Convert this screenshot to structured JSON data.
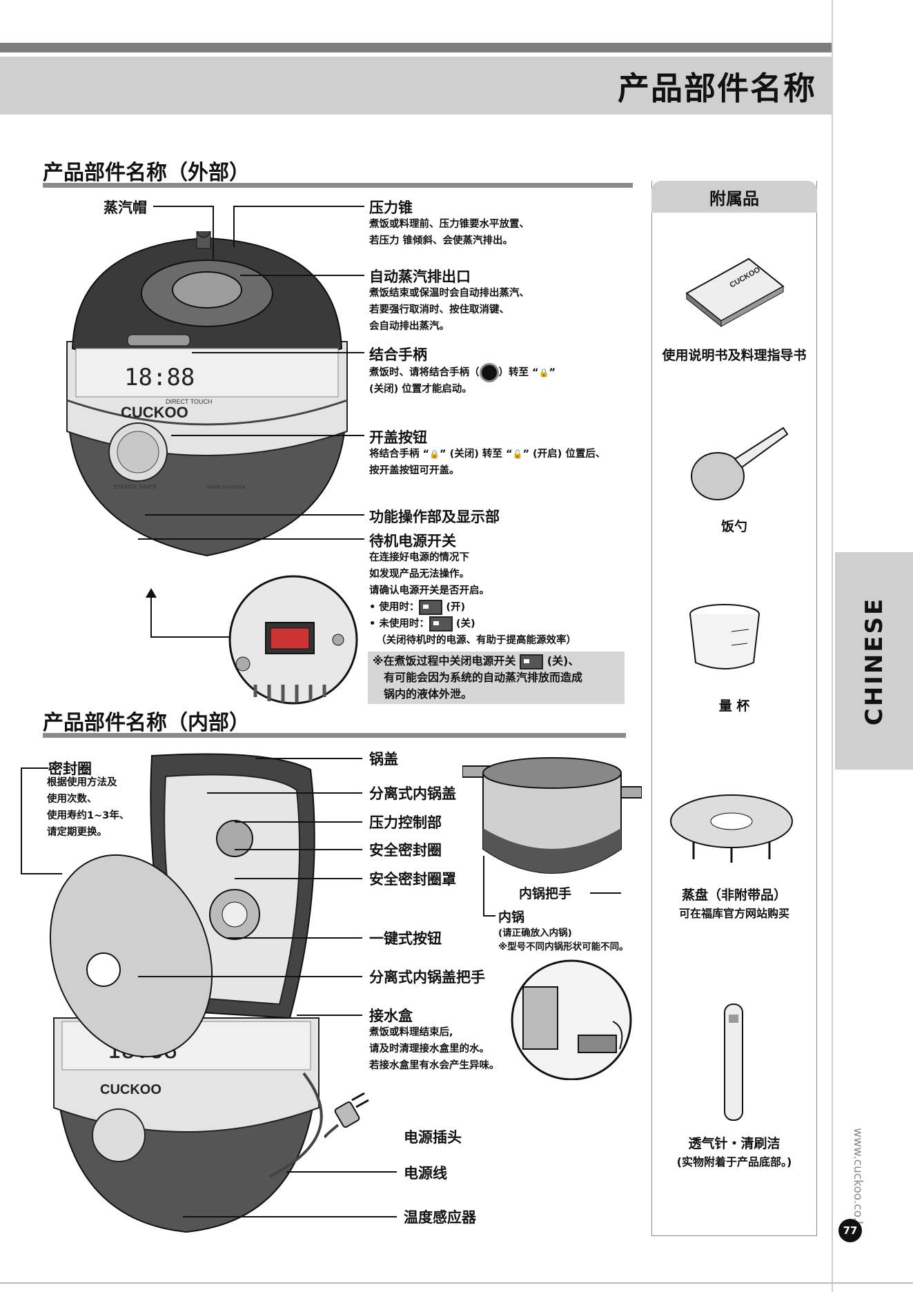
{
  "page": {
    "title": "产品部件名称",
    "language_tab": "CHINESE",
    "website": "www.cuckoo.co.kr",
    "page_number": "77"
  },
  "external": {
    "section_title": "产品部件名称（外部）",
    "steam_cap": "蒸汽帽",
    "pressure_weight": {
      "label": "压力锥",
      "desc": [
        "煮饭或料理前、压力锥要水平放置、",
        "若压力 锥倾斜、会使蒸汽排出。"
      ]
    },
    "auto_steam": {
      "label": "自动蒸汽排出口",
      "desc": [
        "煮饭结束或保温时会自动排出蒸汽、",
        "若要强行取消时、按住取消键、",
        "会自动排出蒸汽。"
      ]
    },
    "handle": {
      "label": "结合手柄",
      "desc_a": "煮饭时、请将结合手柄（",
      "desc_b": "）转至 “",
      "desc_c": "”",
      "desc2": "(关闭) 位置才能启动。",
      "lock_glyph": "🔒"
    },
    "open_button": {
      "label": "开盖按钮",
      "desc_a": "将结合手柄 “",
      "desc_b": "” (关闭) 转至 “",
      "desc_c": "” (开启) 位置后、",
      "desc2": "按开盖按钮可开盖。"
    },
    "control_panel": {
      "label": "功能操作部及显示部"
    },
    "standby_switch": {
      "label": "待机电源开关",
      "desc": [
        "在连接好电源的情况下",
        "如发现产品无法操作。",
        "请确认电源开关是否开启。"
      ],
      "on": "• 使用时：",
      "on_state": "(开)",
      "off": "• 未使用时：",
      "off_state": "(关)",
      "off_note": "（关闭待机时的电源、有助于提高能源效率）"
    },
    "warning": {
      "prefix": "※在煮饭过程中关闭电源开关",
      "suffix": "(关)、",
      "line2": "有可能会因为系统的自动蒸汽排放而造成",
      "line3": "锅内的液体外泄。"
    },
    "display_text": "18:88",
    "brand": "CUCKOO",
    "direct_touch": "DIRECT TOUCH",
    "energy_saver": "ENERGY SAVER",
    "made_in": "MADE IN KOREA"
  },
  "internal": {
    "section_title": "产品部件名称（内部）",
    "gasket": {
      "label": "密封圈",
      "desc": [
        "根据使用方法及",
        "使用次数、",
        "使用寿约1~3年、",
        "请定期更换。"
      ]
    },
    "lid": "锅盖",
    "detachable_cover": "分离式内锅盖",
    "pressure_control": "压力控制部",
    "safety_gasket": "安全密封圈",
    "safety_gasket_cover": "安全密封圈罩",
    "one_touch": "一键式按钮",
    "cover_handle": "分离式内锅盖把手",
    "water_box": {
      "label": "接水盒",
      "desc": [
        "煮饭或料理结束后,",
        "请及时清理接水盒里的水。",
        "若接水盒里有水会产生异味。"
      ]
    },
    "plug": "电源插头",
    "cord": "电源线",
    "temp_sensor": "温度感应器",
    "pot_handle": "内锅把手",
    "inner_pot": {
      "label": "内锅",
      "desc": [
        "(请正确放入内锅)",
        "※型号不同内锅形状可能不同。"
      ]
    }
  },
  "accessories": {
    "title": "附属品",
    "items": [
      {
        "label": "使用说明书及料理指导书"
      },
      {
        "label": "饭勺"
      },
      {
        "label": "量 杯"
      },
      {
        "label": "蒸盘（非附带品）",
        "sub": "可在福库官方网站购买"
      },
      {
        "label": "透气针・清刷洁",
        "sub": "(实物附着于产品底部。)"
      }
    ],
    "manual_brand": "CUCKOO"
  }
}
